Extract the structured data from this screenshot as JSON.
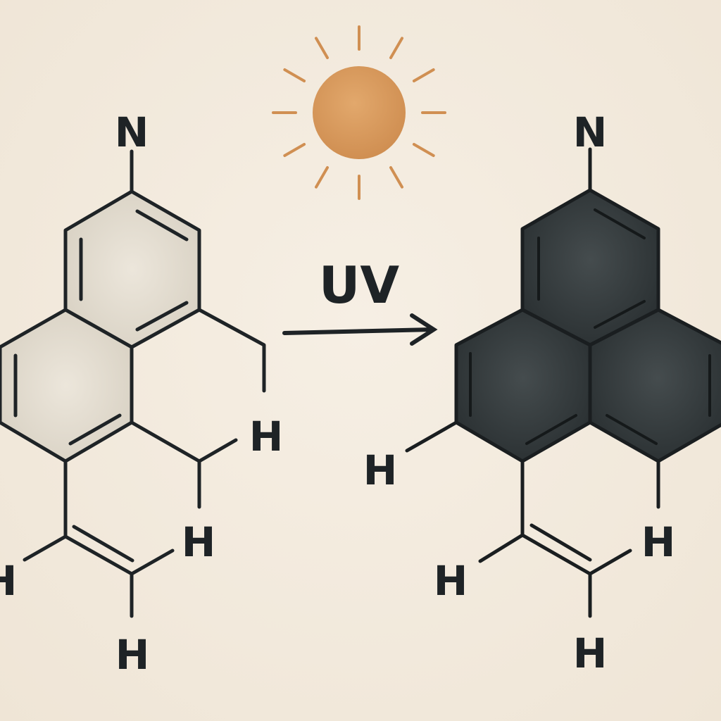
{
  "diagram": {
    "reaction_label": "UV",
    "colors": {
      "background": "#f3ebdf",
      "sun": "#d9995a",
      "reactant_fill": "#e4ddd0",
      "product_fill": "#33393b",
      "bond": "#1e2326"
    },
    "reactant": {
      "atoms": [
        "N",
        "H",
        "H",
        "H",
        "H"
      ]
    },
    "product": {
      "atoms": [
        "N",
        "H",
        "H",
        "H",
        "H"
      ]
    },
    "icons": [
      "sun-icon",
      "arrow-right-icon"
    ]
  }
}
